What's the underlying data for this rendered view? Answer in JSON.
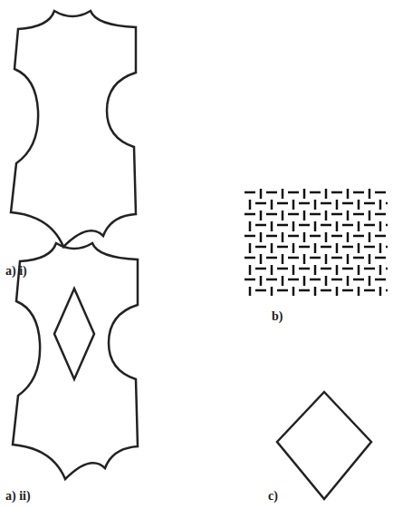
{
  "diagram": {
    "labels": [
      "a) i)",
      "a) ii)",
      "b)",
      "c)"
    ]
  }
}
